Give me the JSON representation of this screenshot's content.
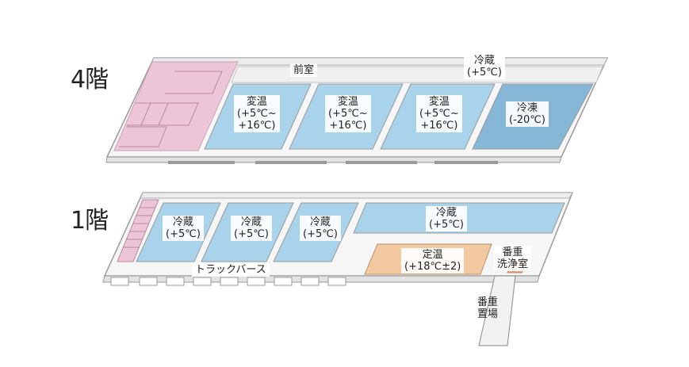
{
  "floors": {
    "f4": {
      "label": "4階",
      "rooms": {
        "anteroom": "前室",
        "cold_top": {
          "line1": "冷蔵",
          "line2": "(+5℃)"
        },
        "var1": {
          "line1": "変温",
          "line2": "(+5℃~",
          "line3": "+16℃)"
        },
        "var2": {
          "line1": "変温",
          "line2": "(+5℃~",
          "line3": "+16℃)"
        },
        "var3": {
          "line1": "変温",
          "line2": "(+5℃~",
          "line3": "+16℃)"
        },
        "freezer": {
          "line1": "冷凍",
          "line2": "(-20℃)"
        }
      }
    },
    "f1": {
      "label": "1階",
      "rooms": {
        "cold1": {
          "line1": "冷蔵",
          "line2": "(+5℃)"
        },
        "cold2": {
          "line1": "冷蔵",
          "line2": "(+5℃)"
        },
        "cold3": {
          "line1": "冷蔵",
          "line2": "(+5℃)"
        },
        "cold4": {
          "line1": "冷蔵",
          "line2": "(+5℃)"
        },
        "constant": {
          "line1": "定温",
          "line2": "(+18℃±2)"
        },
        "truck_berth": "トラックバース",
        "wash_room": {
          "line1": "番重",
          "line2": "洗浄室"
        },
        "storage": {
          "line1": "番重",
          "line2": "置場"
        }
      }
    }
  },
  "colors": {
    "cold_blue": "#a9d3ea",
    "freezer_blue": "#86b7d6",
    "office_pink": "#ecc6d6",
    "constant_orange": "#f2c9a0",
    "wash_accent": "#f0a77d",
    "structure_white": "#f5f5f5",
    "outline_gray": "#9a9a9a"
  }
}
